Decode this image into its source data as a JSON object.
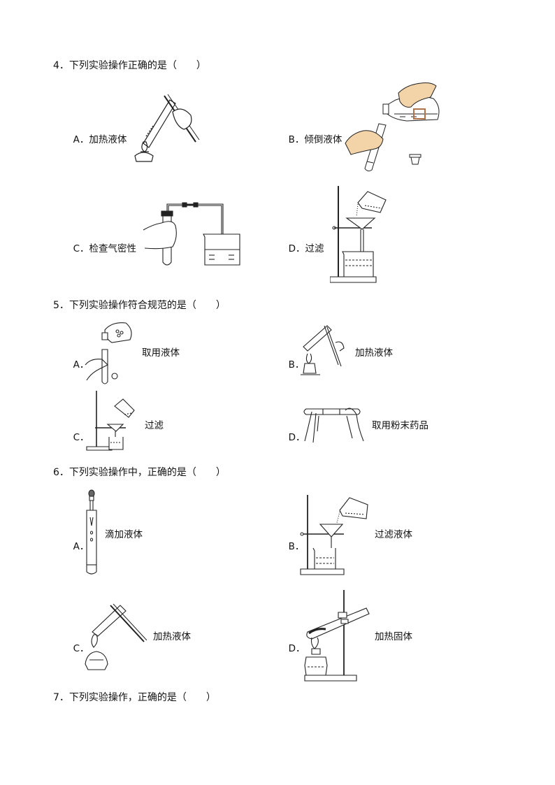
{
  "questions": [
    {
      "number": "4",
      "stem": "4．下列实验操作正确的是（　　）",
      "options": [
        {
          "letter": "A．",
          "text": "加热液体",
          "figure": "heating-liquid-test-tube-figure"
        },
        {
          "letter": "B．",
          "text": "倾倒液体",
          "figure": "pouring-liquid-figure"
        },
        {
          "letter": "C．",
          "text": "检查气密性",
          "figure": "airtightness-check-figure"
        },
        {
          "letter": "D．",
          "text": "过滤",
          "figure": "filtration-figure"
        }
      ]
    },
    {
      "number": "5",
      "stem": "5．下列实验操作符合规范的是（　　）",
      "options": [
        {
          "letter": "A．",
          "text": "取用液体",
          "figure": "taking-liquid-figure"
        },
        {
          "letter": "B．",
          "text": "加热液体",
          "figure": "heating-liquid-figure"
        },
        {
          "letter": "C．",
          "text": "过滤",
          "figure": "filtration-figure"
        },
        {
          "letter": "D．",
          "text": "取用粉末药品",
          "figure": "taking-powder-figure"
        }
      ]
    },
    {
      "number": "6",
      "stem": "6．下列实验操作中，正确的是（　　）",
      "options": [
        {
          "letter": "A．",
          "text": "滴加液体",
          "figure": "dropping-liquid-figure"
        },
        {
          "letter": "B．",
          "text": "过滤液体",
          "figure": "filtration-figure"
        },
        {
          "letter": "C．",
          "text": "加热液体",
          "figure": "heating-liquid-figure"
        },
        {
          "letter": "D．",
          "text": "加热固体",
          "figure": "heating-solid-figure"
        }
      ]
    },
    {
      "number": "7",
      "stem": "7．下列实验操作，正确的是（　　）",
      "options": []
    }
  ],
  "colors": {
    "text": "#111111",
    "line": "#222222",
    "hand_fill": "#f3d3a8",
    "label_box": "#b0724a"
  }
}
